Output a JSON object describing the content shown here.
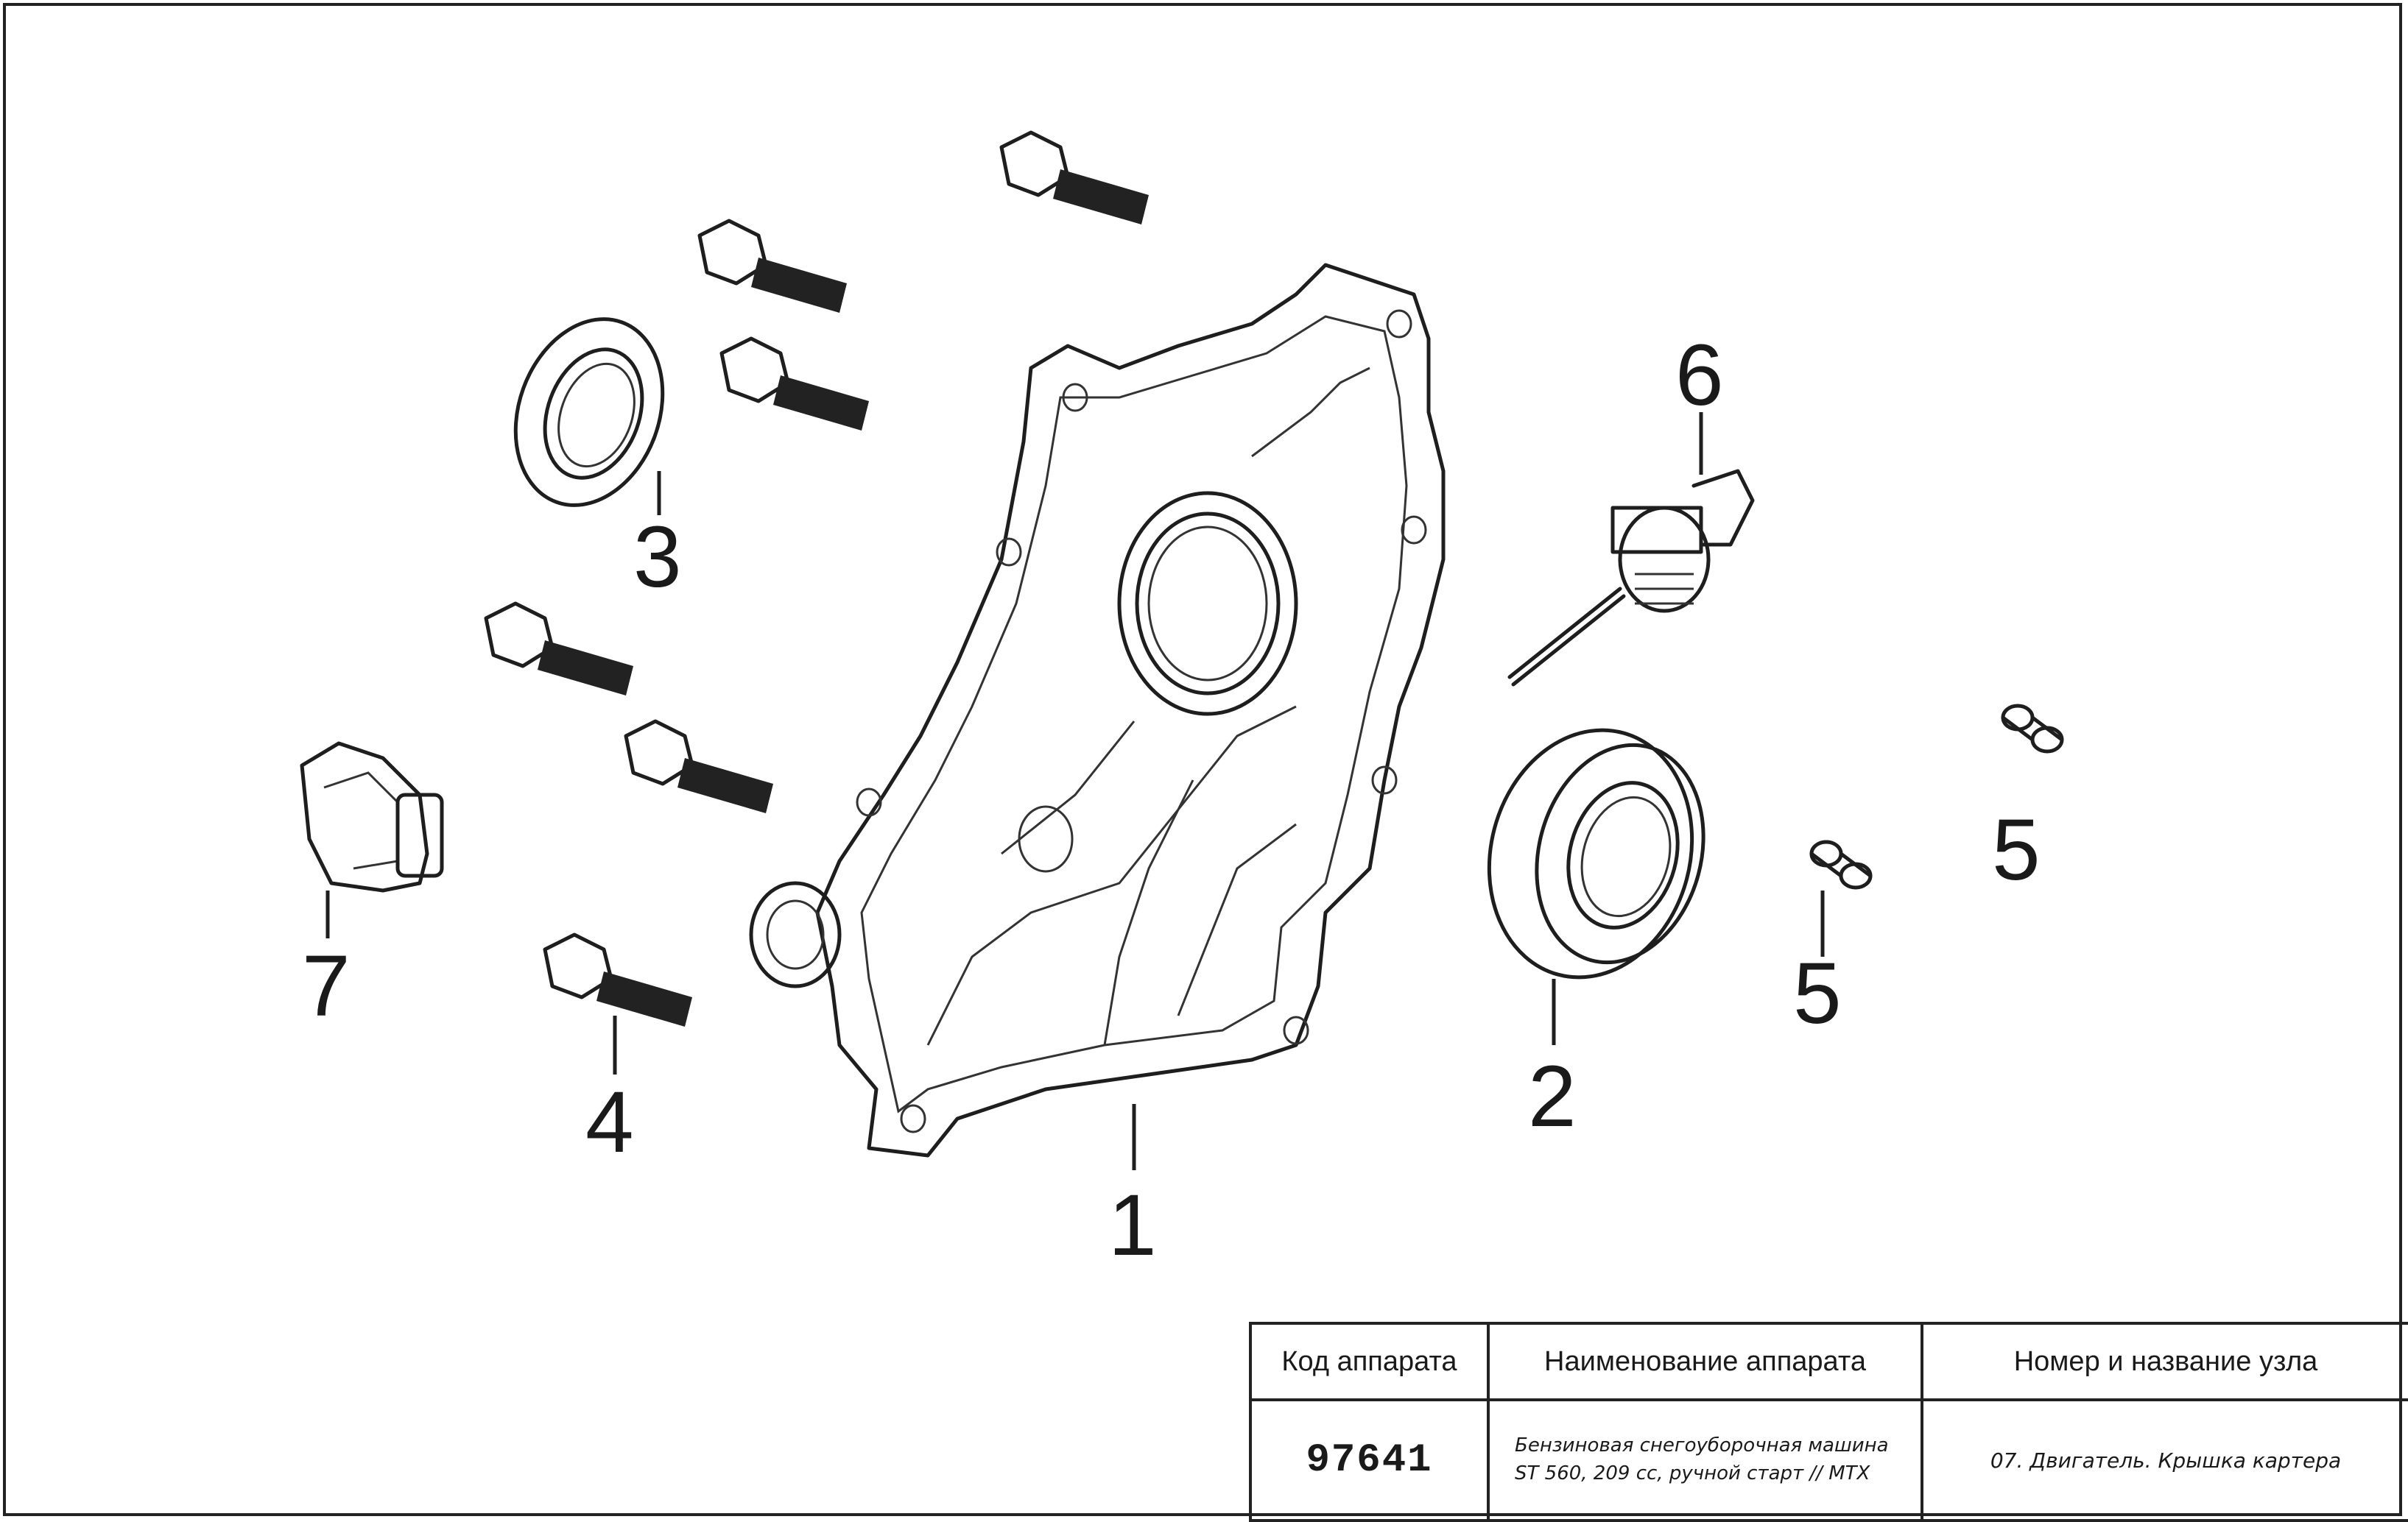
{
  "diagram": {
    "callouts": [
      "1",
      "2",
      "3",
      "4",
      "5",
      "5",
      "6",
      "7"
    ]
  },
  "title_block": {
    "headers": {
      "code": "Код аппарата",
      "name": "Наименование аппарата",
      "assembly": "Номер и название узла"
    },
    "code_value": "97641",
    "name_value_line1": "Бензиновая снегоуборочная машина",
    "name_value_line2": "ST 560, 209 cc, ручной старт // MTX",
    "assembly_value": "07. Двигатель. Крышка картера"
  }
}
